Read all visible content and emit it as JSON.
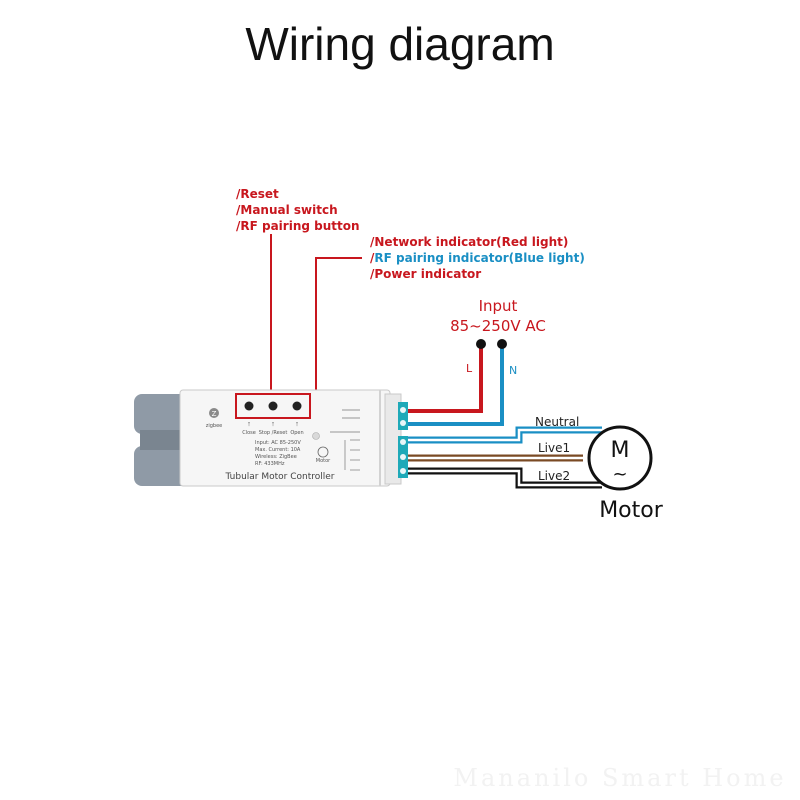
{
  "title": "Wiring diagram",
  "button_labels": {
    "line1": "/Reset",
    "line2": "/Manual switch",
    "line3": "/RF pairing button"
  },
  "indicator_labels": {
    "line1": "/Network indicator(Red light)",
    "line2": "/RF pairing indicator(Blue light)",
    "line3": "/Power indicator"
  },
  "input": {
    "label": "Input",
    "voltage": "85~250V AC",
    "l": "L",
    "n": "N"
  },
  "wires": {
    "neutral": "Neutral",
    "live1": "Live1",
    "live2": "Live2"
  },
  "motor": {
    "symbol": "M",
    "tilde": "~",
    "label": "Motor"
  },
  "device": {
    "name": "Tubular Motor Controller",
    "brand": "zigbee",
    "spec1": "Input: AC 85-250V",
    "spec2": "Max. Current: 10A",
    "spec3": "Wireless: ZigBee",
    "spec4": "RF: 433MHz",
    "btn1": "Close",
    "btn2": "Stop /Reset",
    "btn3": "Open",
    "motor_text": "Motor"
  },
  "colors": {
    "red": "#c8171e",
    "blue": "#1a8fc4",
    "brown": "#7a4a24",
    "black": "#111111",
    "terminal": "#1ea9b8"
  },
  "watermark": "Mananilo Smart Home"
}
